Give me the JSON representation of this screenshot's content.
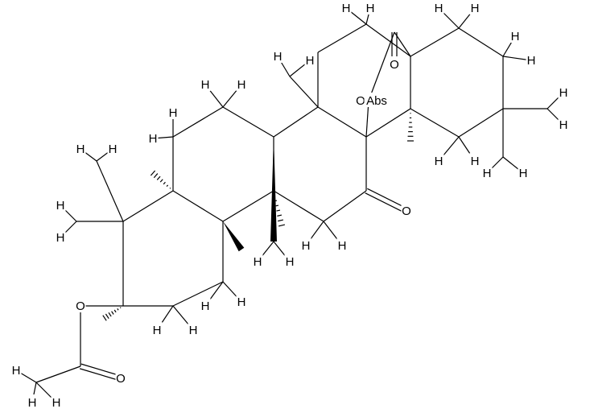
{
  "molecule": {
    "atom_labels": {
      "h": "H",
      "o": "O",
      "abs": "Abs"
    },
    "colors": {
      "stroke": "#000000",
      "background": "#ffffff"
    }
  }
}
